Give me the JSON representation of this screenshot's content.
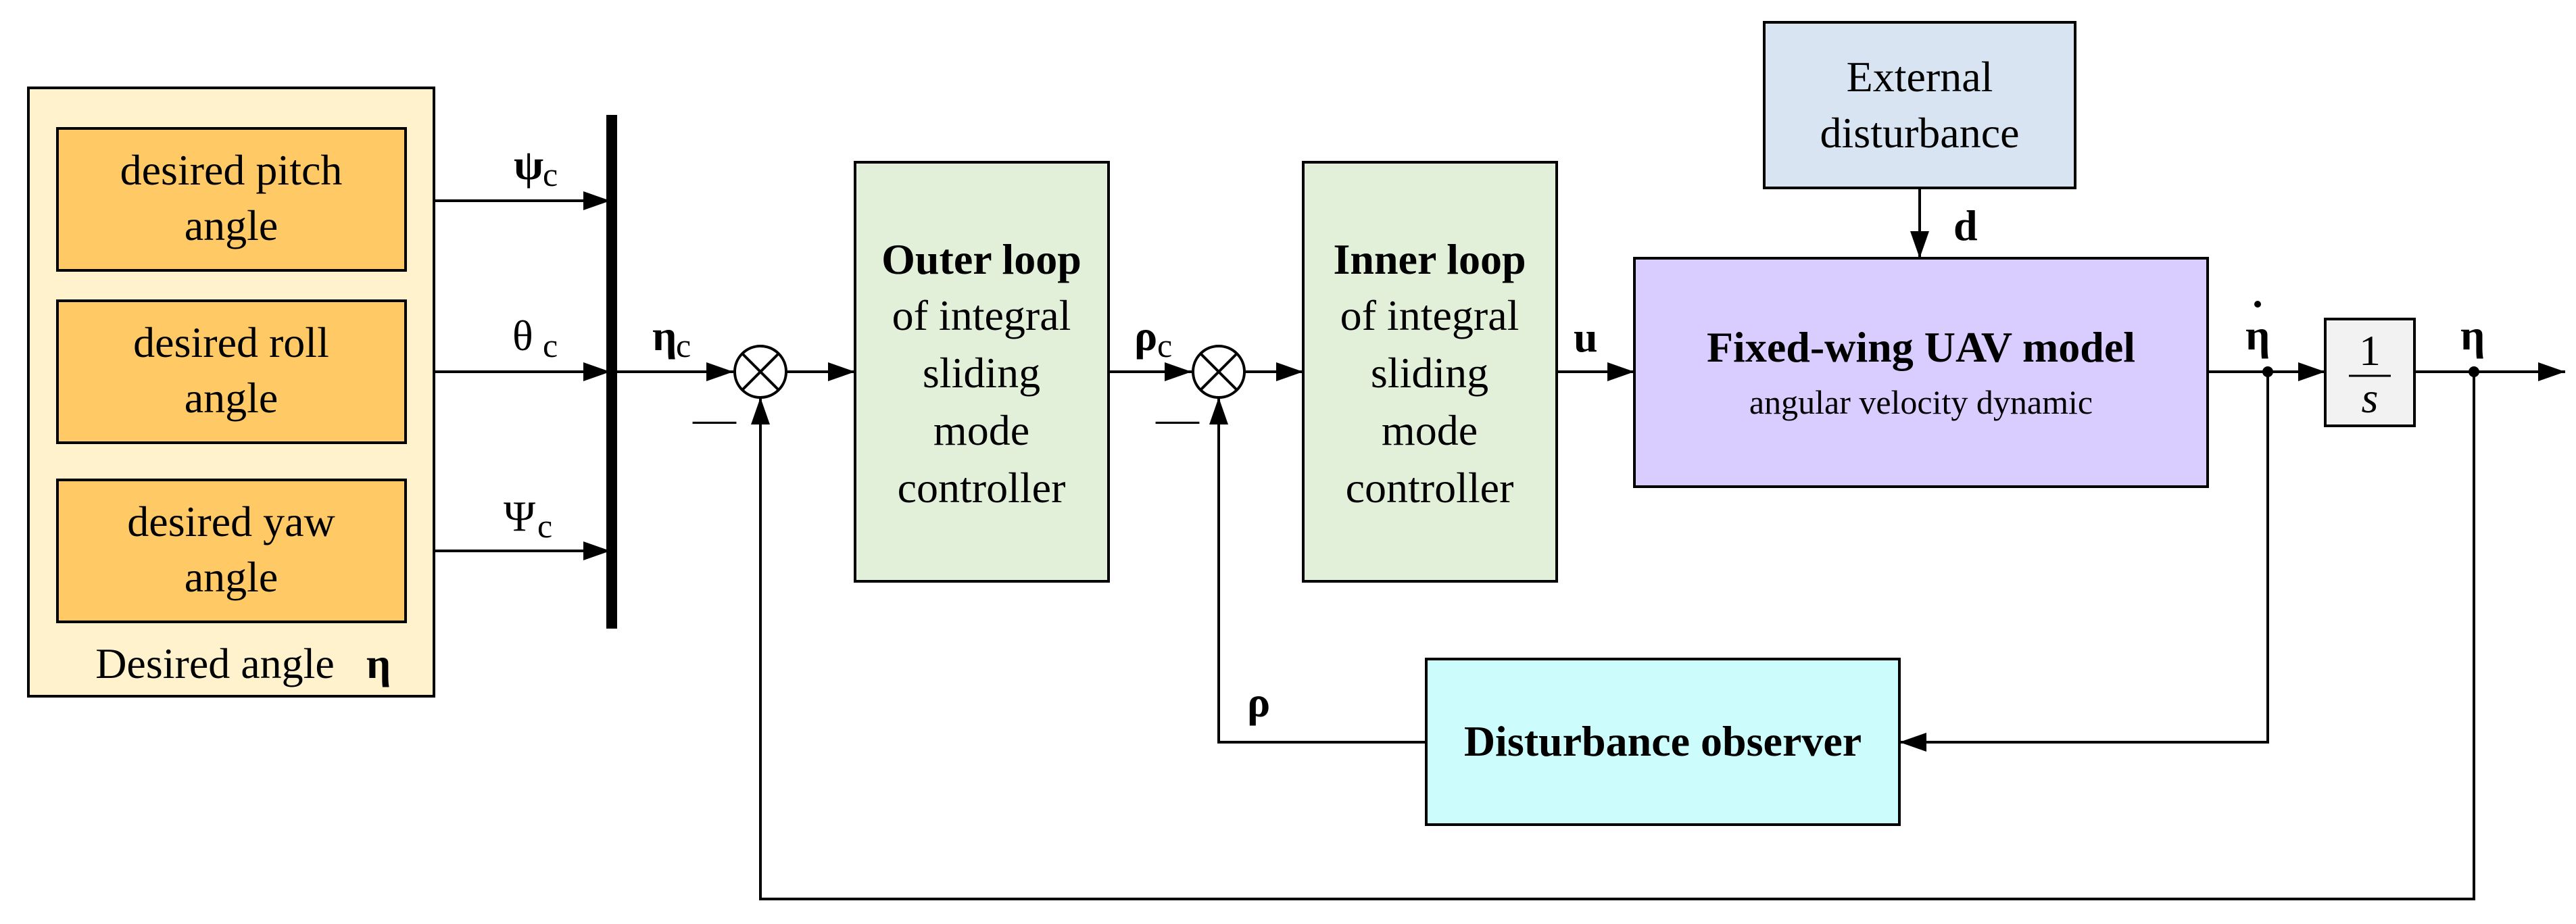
{
  "desired_group": {
    "items": [
      {
        "line1": "desired pitch",
        "line2": "angle"
      },
      {
        "line1": "desired roll",
        "line2": "angle"
      },
      {
        "line1": "desired yaw",
        "line2": "angle"
      }
    ],
    "caption": "Desired angle",
    "caption_symbol": "η"
  },
  "signals": {
    "psi_c": "ψ",
    "theta_c": "θ",
    "Psi_c": "Ψ",
    "sub_c": "c",
    "eta_c": "η",
    "rho_c": "ρ",
    "u": "u",
    "d": "d",
    "eta_dot": "η",
    "eta": "η",
    "rho": "ρ",
    "minus": "—"
  },
  "outer_loop": {
    "title": "Outer loop",
    "lines": [
      "of integral",
      "sliding",
      "mode",
      "controller"
    ]
  },
  "inner_loop": {
    "title": "Inner loop",
    "lines": [
      "of integral",
      "sliding",
      "mode",
      "controller"
    ]
  },
  "external": {
    "line1": "External",
    "line2": "disturbance"
  },
  "uav_model": {
    "title": "Fixed-wing UAV model",
    "subtitle": "angular velocity dynamic"
  },
  "integrator": {
    "numerator": "1",
    "denominator": "s"
  },
  "observer": {
    "label": "Disturbance observer"
  },
  "colors": {
    "desired_outer": "#fff2cc",
    "desired_inner": "#ffc966",
    "controller": "#e2efd9",
    "external": "#d9e4f2",
    "uav": "#d9ccff",
    "observer": "#ccfcfc",
    "integrator": "#f2f2f2",
    "line": "#000000"
  }
}
